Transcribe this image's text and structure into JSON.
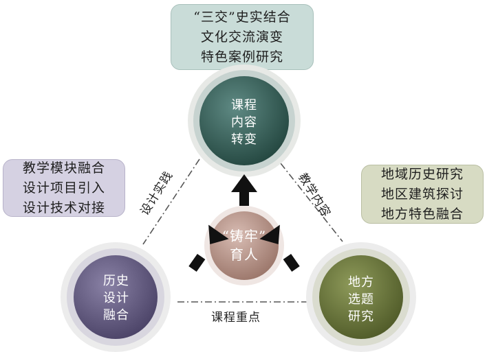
{
  "boxes": {
    "top": [
      "“三交”史实结合",
      "文化交流演变",
      "特色案例研究"
    ],
    "left": [
      "教学模块融合",
      "设计项目引入",
      "设计技术对接"
    ],
    "right": [
      "地域历史研究",
      "地区建筑探讨",
      "地方特色融合"
    ]
  },
  "nodes": {
    "top": [
      "课程",
      "内容",
      "转变"
    ],
    "left": [
      "历史",
      "设计",
      "融合"
    ],
    "right": [
      "地方",
      "选题",
      "研究"
    ],
    "center": [
      "“铸牢”",
      "育人"
    ]
  },
  "edges": {
    "left": "设计实践",
    "right": "教学内容",
    "bottom": "课程重点"
  },
  "colors": {
    "top_node": "#2f5a55",
    "left_node": "#5c5478",
    "right_node": "#5f6a35",
    "center_node": "#b7968c",
    "arrow": "#111111"
  }
}
